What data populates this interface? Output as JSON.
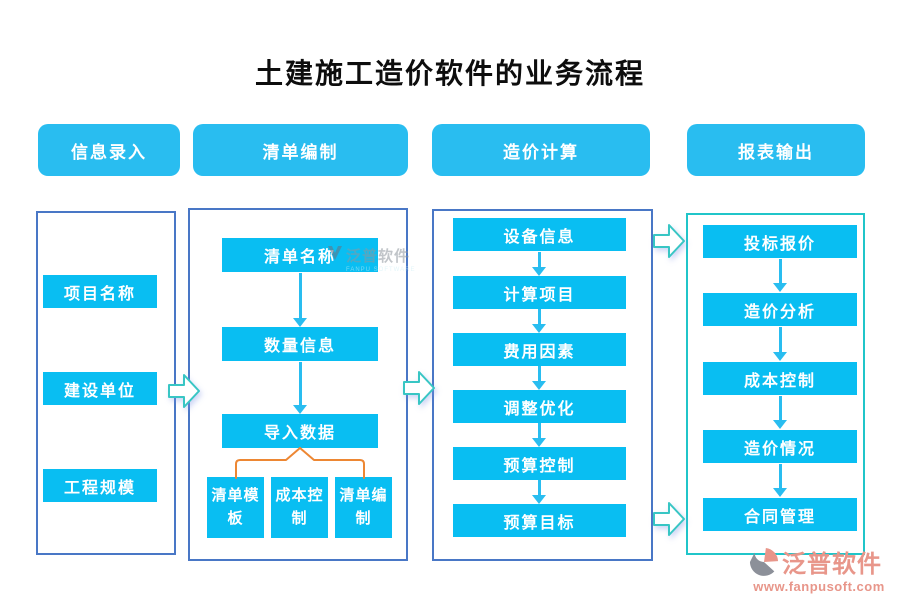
{
  "title": "土建施工造价软件的业务流程",
  "columns": [
    {
      "header": "信息录入",
      "boxes": [
        "项目名称",
        "建设单位",
        "工程规模"
      ]
    },
    {
      "header": "清单编制",
      "boxes": [
        "清单名称",
        "数量信息",
        "导入数据"
      ],
      "sub_boxes": [
        "清单模板",
        "成本控制",
        "清单编制"
      ]
    },
    {
      "header": "造价计算",
      "boxes": [
        "设备信息",
        "计算项目",
        "费用因素",
        "调整优化",
        "预算控制",
        "预算目标"
      ]
    },
    {
      "header": "报表输出",
      "boxes": [
        "投标报价",
        "造价分析",
        "成本控制",
        "造价情况",
        "合同管理"
      ]
    }
  ],
  "watermark": {
    "name": "泛普软件",
    "sub": "FANPU SOFTWARE"
  },
  "logo": {
    "name": "泛普软件",
    "url": "www.fanpusoft.com"
  },
  "colors": {
    "box_cyan": "#09bef2",
    "header_cyan": "#29bdf0",
    "container_border_blue": "#4977c6",
    "container_border_teal": "#20c5c9",
    "flow_arrow_cyan": "#29bdf0",
    "big_arrow_teal": "#38c6c4",
    "branch_orange": "#ed8733",
    "logo_salmon": "#e8968a"
  }
}
